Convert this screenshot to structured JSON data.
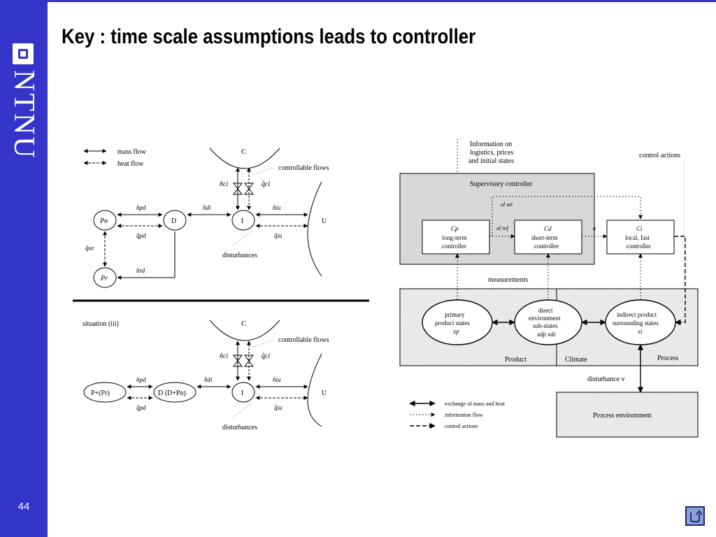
{
  "title": "Key : time scale assumptions leads to controller",
  "page_number": "44",
  "logo": {
    "text": "NTNU"
  },
  "colors": {
    "sidebar": "#3434c8",
    "box_fill": "#d8d8d8"
  },
  "flow_diagram": {
    "legend": {
      "mass_flow": "mass flow",
      "heat_flow": "heat flow"
    },
    "situation_label": "situation (iii)",
    "nodes": {
      "C": "C",
      "D": "D",
      "I": "I",
      "U": "U",
      "Pn": "Pn",
      "Pr": "Pr",
      "PPr": "P+(Pr)",
      "DDPn": "D (D+Pn)"
    },
    "flows": {
      "n_ci": "n̂ci",
      "q_ci": "q̂ci",
      "n_pd": "n̂pd",
      "q_pd": "q̂pd",
      "n_di": "n̂di",
      "n_iu": "n̂iu",
      "q_iu": "q̂iu",
      "q_nr": "q̂nr",
      "n_rd": "n̂rd"
    },
    "annotations": {
      "controllable_flows": "controllable flows",
      "disturbances": "disturbances"
    }
  },
  "control_diagram": {
    "info_text": [
      "Information on",
      "logistics, prices",
      "and initial states"
    ],
    "control_actions": "control actions",
    "supervisory": "Supervisory controller",
    "cp": {
      "name": "Cp",
      "lines": [
        "long-term",
        "controller"
      ]
    },
    "cd": {
      "name": "Cd",
      "lines": [
        "short-term",
        "controller"
      ]
    },
    "ci": {
      "name": "Ci",
      "lines": [
        "local, fast",
        "controller"
      ]
    },
    "u_set": "ul set",
    "u_ref": "ul ref",
    "u": "u",
    "measurements": "measurements",
    "primary": {
      "lines": [
        "primary",
        "product states"
      ],
      "var": "xp"
    },
    "direct": {
      "lines": [
        "direct",
        "environment",
        "sub-states"
      ],
      "vars": "xdp xdc"
    },
    "indirect": {
      "lines": [
        "indirect product",
        "surrounding states"
      ],
      "var": "xi"
    },
    "product": "Product",
    "climate": "Climate",
    "process": "Process",
    "disturbance": "disturbance v",
    "process_environment": "Process environment",
    "legend": {
      "exchange": "exchange of mass and heat",
      "information": "information flow",
      "control": "control actions"
    }
  }
}
